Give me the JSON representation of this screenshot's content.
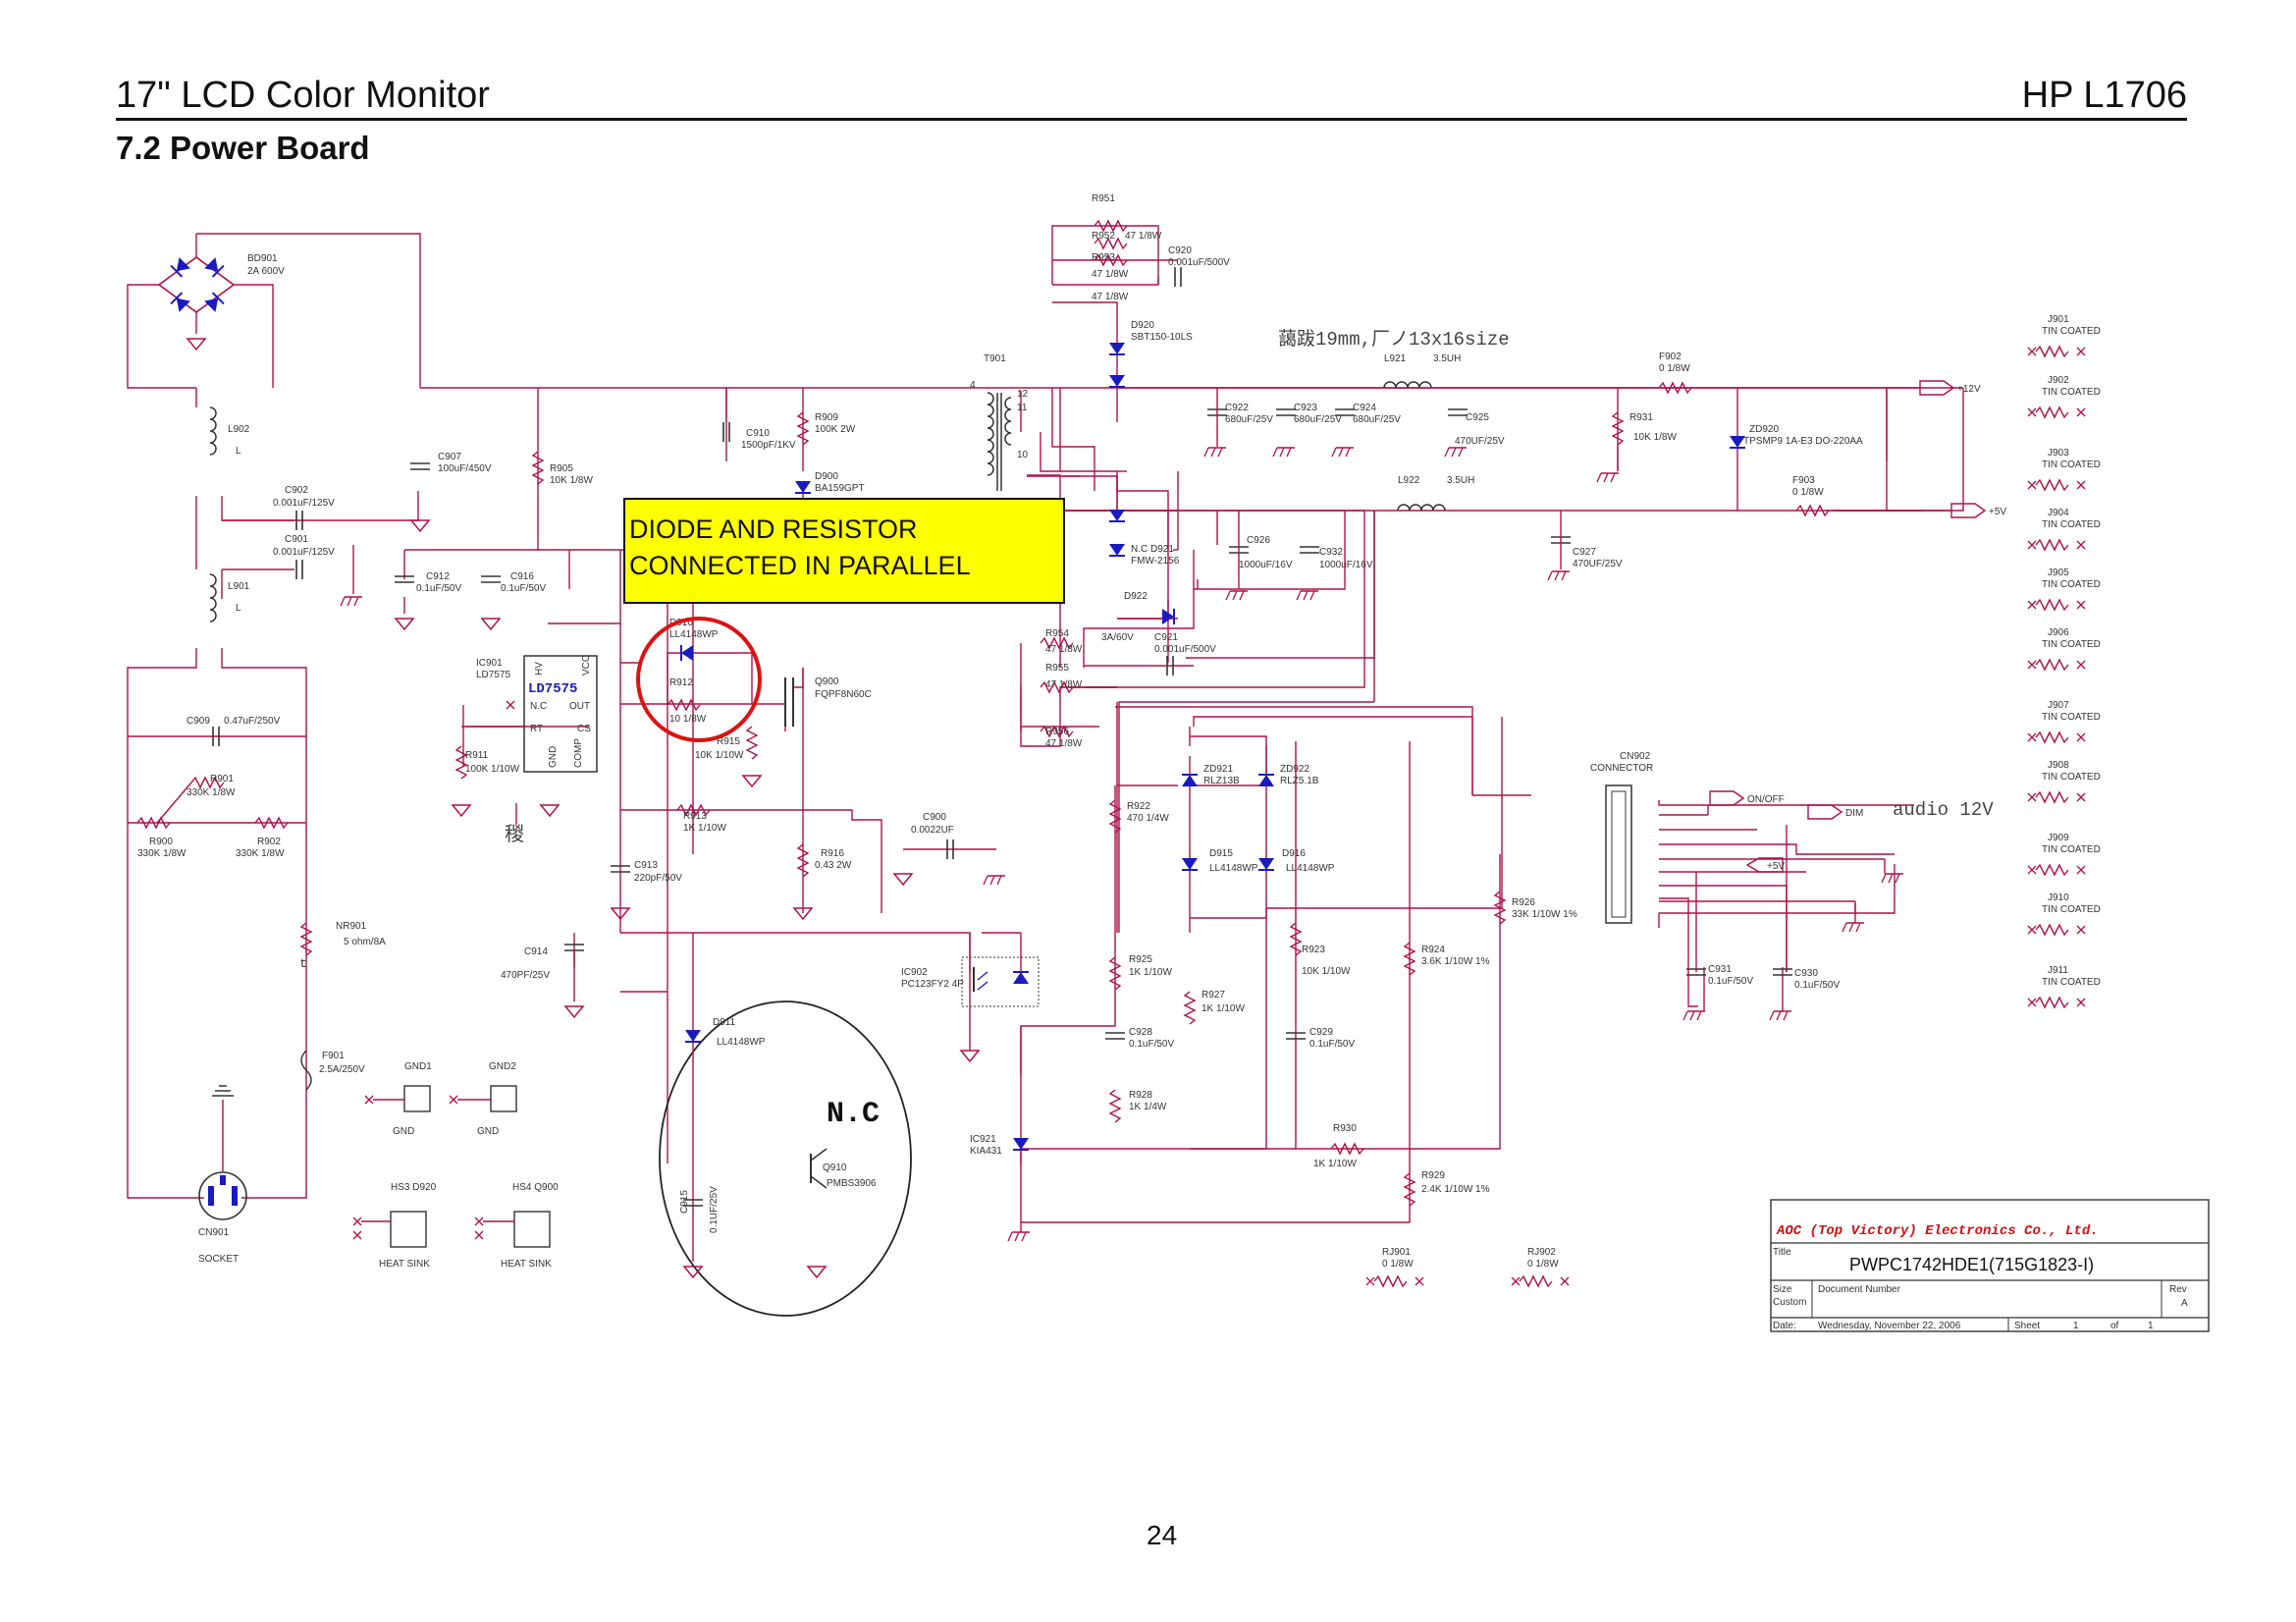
{
  "header": {
    "title_left": "17\" LCD Color Monitor",
    "title_right": "HP L1706",
    "section": "7.2 Power Board",
    "page_number": "24"
  },
  "callout": {
    "line1": "DIODE AND RESISTOR",
    "line2": "CONNECTED IN PARALLEL",
    "bg_color": "#ffff00"
  },
  "annotations": {
    "nc_label": "N.C",
    "dim_note": "藹跋19mm,厂ノ13x16size",
    "audio_note": "audio 12V",
    "stray_char": "稯",
    "highlight_color": "#dd1111"
  },
  "components": {
    "bd901": {
      "ref": "BD901",
      "value": "2A 600V"
    },
    "l902": {
      "ref": "L902",
      "value": "L"
    },
    "l901": {
      "ref": "L901",
      "value": "L"
    },
    "c902": {
      "ref": "C902",
      "value": "0.001uF/125V"
    },
    "c901": {
      "ref": "C901",
      "value": "0.001uF/125V"
    },
    "c907": {
      "ref": "C907",
      "value": "100uF/450V"
    },
    "r905": {
      "ref": "R905",
      "value": "10K 1/8W"
    },
    "c912": {
      "ref": "C912",
      "value": "0.1uF/50V"
    },
    "c916": {
      "ref": "C916",
      "value": "0.1uF/50V"
    },
    "c909": {
      "ref": "C909",
      "value": "0.47uF/250V"
    },
    "r901": {
      "ref": "R901",
      "value": "330K 1/8W"
    },
    "r900": {
      "ref": "R900",
      "value": "330K 1/8W"
    },
    "r902": {
      "ref": "R902",
      "value": "330K 1/8W"
    },
    "nr901": {
      "ref": "NR901",
      "value": "5 ohm/8A"
    },
    "f901": {
      "ref": "F901",
      "value": "2.5A/250V"
    },
    "gnd1": {
      "ref": "GND1",
      "value": "GND"
    },
    "gnd2": {
      "ref": "GND2",
      "value": "GND"
    },
    "cn901": {
      "ref": "CN901",
      "value": "SOCKET"
    },
    "hs3": {
      "ref": "HS3 D920",
      "value": "HEAT SINK"
    },
    "hs4": {
      "ref": "HS4 Q900",
      "value": "HEAT SINK"
    },
    "ic901": {
      "ref": "IC901",
      "value": "LD7575",
      "chip": "LD7575",
      "pins": [
        "HV",
        "VCC",
        "N.C",
        "OUT",
        "RT",
        "CS",
        "GND",
        "COMP"
      ]
    },
    "r911": {
      "ref": "R911",
      "value": "100K 1/10W"
    },
    "d910": {
      "ref": "D910",
      "value": "LL4148WP"
    },
    "r912": {
      "ref": "R912",
      "value": "10 1/8W"
    },
    "q900": {
      "ref": "Q900",
      "value": "FQPF8N60C"
    },
    "r915": {
      "ref": "R915",
      "value": "10K 1/10W"
    },
    "r913": {
      "ref": "R913",
      "value": "1K 1/10W"
    },
    "c913": {
      "ref": "C913",
      "value": "220pF/50V"
    },
    "c914": {
      "ref": "C914",
      "value": "470PF/25V"
    },
    "r916": {
      "ref": "R916",
      "value": "0.43 2W"
    },
    "c900": {
      "ref": "C900",
      "value": "0.0022UF"
    },
    "c910": {
      "ref": "C910",
      "value": "1500pF/1KV"
    },
    "r909": {
      "ref": "R909",
      "value": "100K 2W"
    },
    "d900": {
      "ref": "D900",
      "value": "BA159GPT"
    },
    "t901": {
      "ref": "T901"
    },
    "r951": {
      "ref": "R951"
    },
    "r952": {
      "ref": "R952",
      "value": "47 1/8W"
    },
    "r953": {
      "ref": "R953",
      "value": "47 1/8W"
    },
    "r953b": {
      "value": "47 1/8W"
    },
    "c920": {
      "ref": "C920",
      "value": "0.001uF/500V"
    },
    "d920": {
      "ref": "D920",
      "value": "SBT150-10LS"
    },
    "l921": {
      "ref": "L921",
      "value": "3.5UH"
    },
    "c922": {
      "ref": "C922",
      "value": "680uF/25V"
    },
    "c923": {
      "ref": "C923",
      "value": "680uF/25V"
    },
    "c924": {
      "ref": "C924",
      "value": "680uF/25V"
    },
    "c925": {
      "ref": "C925",
      "value": "470UF/25V"
    },
    "f902": {
      "ref": "F902",
      "value": "0 1/8W"
    },
    "r931": {
      "ref": "R931",
      "value": "10K 1/8W"
    },
    "zd920": {
      "ref": "ZD920",
      "value": "TPSMP9 1A-E3 DO-220AA"
    },
    "f903": {
      "ref": "F903",
      "value": "0 1/8W"
    },
    "l922": {
      "ref": "L922",
      "value": "3.5UH"
    },
    "d921": {
      "ref": "N.C D921",
      "value": "FMW-2156"
    },
    "c926": {
      "ref": "C926",
      "value": "1000uF/16V"
    },
    "c932": {
      "ref": "C932",
      "value": "1000uF/16V"
    },
    "c927": {
      "ref": "C927",
      "value": "470UF/25V"
    },
    "d922": {
      "ref": "D922",
      "value": "3A/60V"
    },
    "r954": {
      "ref": "R954",
      "value": "47 1/8W"
    },
    "r955": {
      "ref": "R955",
      "value": "47 1/8W"
    },
    "r956": {
      "ref": "R956",
      "value": "47 1/8W"
    },
    "c921": {
      "ref": "C921",
      "value": "0.001uF/500V"
    },
    "zd921": {
      "ref": "ZD921",
      "value": "RLZ13B"
    },
    "zd922": {
      "ref": "ZD922",
      "value": "RLZ5.1B"
    },
    "r922": {
      "ref": "R922",
      "value": "470 1/4W"
    },
    "d915": {
      "ref": "D915",
      "value": "LL4148WP"
    },
    "d916": {
      "ref": "D916",
      "value": "LL4148WP"
    },
    "r926": {
      "ref": "R926",
      "value": "33K 1/10W 1%"
    },
    "r923": {
      "ref": "R923",
      "value": "10K 1/10W"
    },
    "r924": {
      "ref": "R924",
      "value": "3.6K 1/10W 1%"
    },
    "r925": {
      "ref": "R925",
      "value": "1K 1/10W"
    },
    "r927": {
      "ref": "R927",
      "value": "1K 1/10W"
    },
    "c928": {
      "ref": "C928",
      "value": "0.1uF/50V"
    },
    "c929": {
      "ref": "C929",
      "value": "0.1uF/50V"
    },
    "r928": {
      "ref": "R928",
      "value": "1K 1/4W"
    },
    "r930": {
      "ref": "R930",
      "value": "1K 1/10W"
    },
    "r929": {
      "ref": "R929",
      "value": "2.4K 1/10W 1%"
    },
    "ic902": {
      "ref": "IC902",
      "value": "PC123FY2 4P"
    },
    "ic921": {
      "ref": "IC921",
      "value": "KIA431"
    },
    "d911": {
      "ref": "D911",
      "value": "LL4148WP"
    },
    "q910": {
      "ref": "Q910",
      "value": "PMBS3906"
    },
    "c915": {
      "ref": "C915",
      "value": "0.1UF/25V"
    },
    "cn902": {
      "ref": "CN902",
      "value": "CONNECTOR"
    },
    "c931": {
      "ref": "C931",
      "value": "0.1uF/50V"
    },
    "c930": {
      "ref": "C930",
      "value": "0.1uF/50V"
    },
    "rj901": {
      "ref": "RJ901",
      "value": "0 1/8W"
    },
    "rj902": {
      "ref": "RJ902",
      "value": "0 1/8W"
    }
  },
  "nets": {
    "v12": "+12V",
    "v5": "+5V",
    "v5b": "+5V",
    "onoff": "ON/OFF",
    "dim": "DIM"
  },
  "jumpers": [
    {
      "ref": "J901",
      "value": "TIN COATED"
    },
    {
      "ref": "J902",
      "value": "TIN COATED"
    },
    {
      "ref": "J903",
      "value": "TIN COATED"
    },
    {
      "ref": "J904",
      "value": "TIN COATED"
    },
    {
      "ref": "J905",
      "value": "TIN COATED"
    },
    {
      "ref": "J906",
      "value": "TIN COATED"
    },
    {
      "ref": "J907",
      "value": "TIN COATED"
    },
    {
      "ref": "J908",
      "value": "TIN COATED"
    },
    {
      "ref": "J909",
      "value": "TIN COATED"
    },
    {
      "ref": "J910",
      "value": "TIN COATED"
    },
    {
      "ref": "J911",
      "value": "TIN COATED"
    }
  ],
  "title_block": {
    "company": "AOC (Top Victory) Electronics Co., Ltd.",
    "title_label": "Title",
    "title": "PWPC1742HDE1(715G1823-I)",
    "size_label": "Size",
    "size": "Custom",
    "docnum_label": "Document Number",
    "rev_label": "Rev",
    "rev": "A",
    "date_label": "Date:",
    "date": "Wednesday, November 22, 2006",
    "sheet_label": "Sheet",
    "sheet": "1",
    "of_label": "of",
    "sheet_total": "1"
  },
  "colors": {
    "wire": "#b0104a",
    "part": "#333333",
    "diode": "#1a1abf"
  }
}
